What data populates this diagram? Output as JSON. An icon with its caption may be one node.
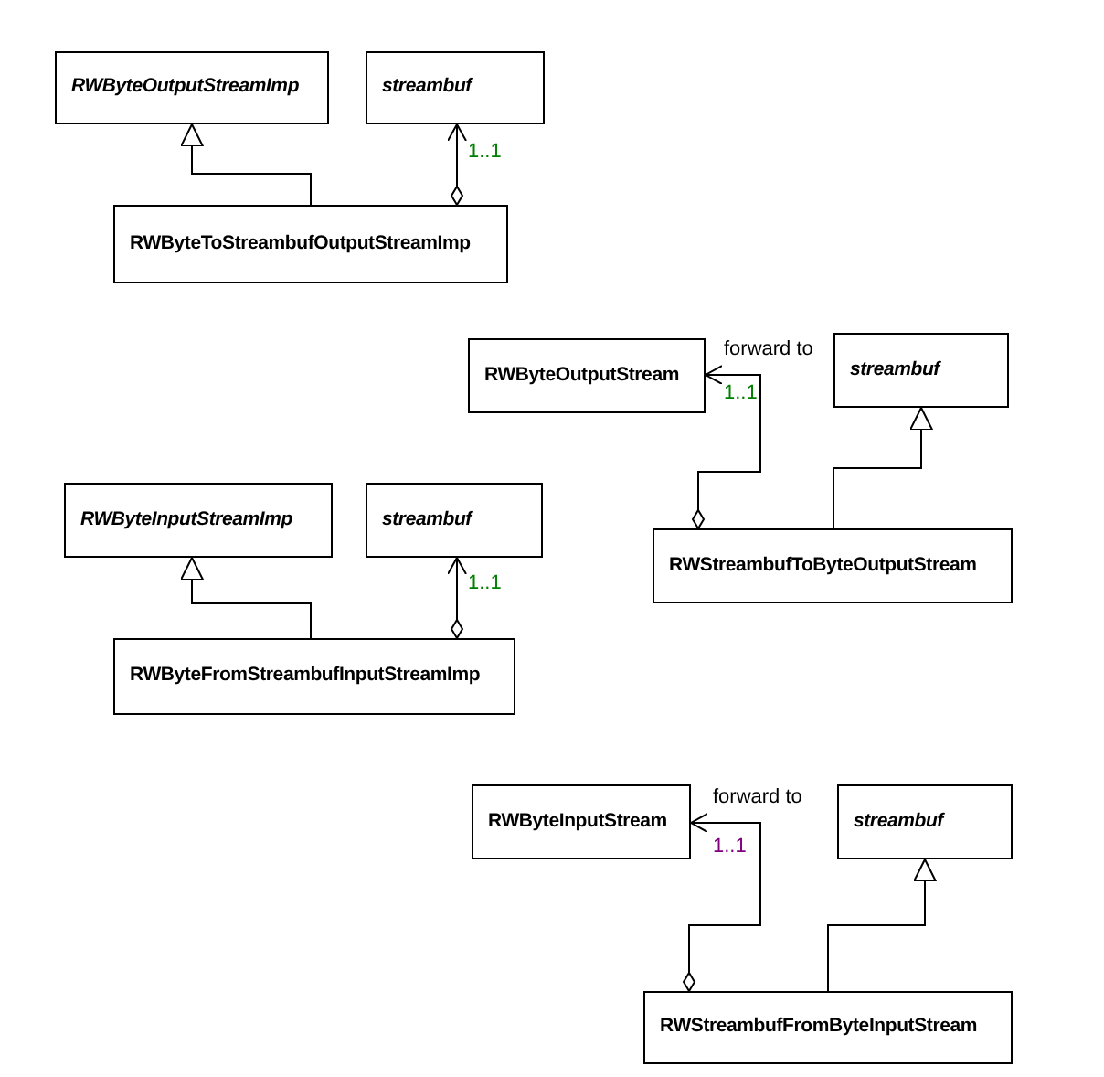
{
  "diagram": {
    "nodes": [
      {
        "text": [
          "RWByteOutputStreamImp"
        ]
      },
      {
        "text": [
          "streambuf"
        ]
      },
      {
        "text": [
          "RWByteToStreambufOutputStreamImp"
        ]
      },
      {
        "text": [
          "RWByteOutputStream"
        ]
      },
      {
        "text": [
          "streambuf"
        ]
      },
      {
        "text": [
          "RWByteInputStreamImp"
        ]
      },
      {
        "text": [
          "streambuf"
        ]
      },
      {
        "text": [
          "RWStreambufToByteOutputStream"
        ]
      },
      {
        "text": [
          "RWByteFromStreambufInputStreamImp"
        ]
      },
      {
        "text": [
          "RWByteInputStream"
        ]
      },
      {
        "text": [
          "streambuf"
        ]
      },
      {
        "text": [
          "RWStreambufFromByteInputStream"
        ]
      }
    ],
    "edges": [
      {
        "from": 2,
        "to": 0,
        "arrow": "to"
      },
      {
        "from": 2,
        "to": 1,
        "arrow": "to",
        "label": "1..1"
      },
      {
        "from": 7,
        "to": 3,
        "arrow": "to",
        "label": "1..1"
      },
      {
        "from": 7,
        "to": 4,
        "arrow": "to"
      },
      {
        "from": 8,
        "to": 5,
        "arrow": "to"
      },
      {
        "from": 8,
        "to": 6,
        "arrow": "to",
        "label": "1..1"
      },
      {
        "from": 11,
        "to": 9,
        "arrow": "to",
        "label": "1..1"
      },
      {
        "from": 11,
        "to": 10,
        "arrow": "to"
      }
    ],
    "labels": [
      "forward to",
      "forward to"
    ]
  }
}
